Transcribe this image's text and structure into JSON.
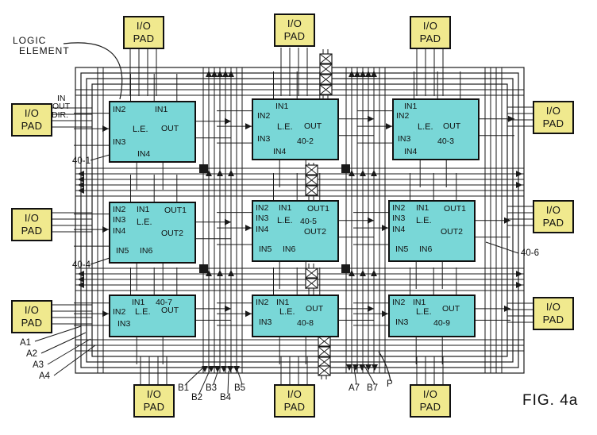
{
  "figure_caption": "FIG. 4a",
  "callouts": {
    "logic_element_line1": "LOGIC",
    "logic_element_line2": "ELEMENT",
    "pad_in": "IN",
    "pad_out": "OUT",
    "pad_dir": "DIR."
  },
  "io_pad": {
    "line1": "I/O",
    "line2": "PAD"
  },
  "signal_labels_left": [
    "A1",
    "A2",
    "A3",
    "A4"
  ],
  "signal_labels_bottom": [
    "B1",
    "B2",
    "B3",
    "B4",
    "B5",
    "A7",
    "B7",
    "P"
  ],
  "logic_elements": [
    {
      "id": "40-1",
      "name": "L.E.",
      "in1": "IN1",
      "in2": "IN2",
      "in3": "IN3",
      "in4": "IN4",
      "out": "OUT"
    },
    {
      "id": "40-2",
      "name": "L.E.",
      "in1": "IN1",
      "in2": "IN2",
      "in3": "IN3",
      "in4": "IN4",
      "out": "OUT"
    },
    {
      "id": "40-3",
      "name": "L.E.",
      "in1": "IN1",
      "in2": "IN2",
      "in3": "IN3",
      "in4": "IN4",
      "out": "OUT"
    },
    {
      "id": "40-4",
      "name": "L.E.",
      "in1": "IN1",
      "in2": "IN2",
      "in3": "IN3",
      "in4": "IN4",
      "in5": "IN5",
      "in6": "IN6",
      "out1": "OUT1",
      "out2": "OUT2"
    },
    {
      "id": "40-5",
      "name": "L.E.",
      "in1": "IN1",
      "in2": "IN2",
      "in3": "IN3",
      "in4": "IN4",
      "in5": "IN5",
      "in6": "IN6",
      "out1": "OUT1",
      "out2": "OUT2"
    },
    {
      "id": "40-6",
      "name": "L.E.",
      "in1": "IN1",
      "in2": "IN2",
      "in3": "IN3",
      "in4": "IN4",
      "in5": "IN5",
      "in6": "IN6",
      "out1": "OUT1",
      "out2": "OUT2"
    },
    {
      "id": "40-7",
      "name": "L.E.",
      "in1": "IN1",
      "in2": "IN2",
      "in3": "IN3",
      "out": "OUT"
    },
    {
      "id": "40-8",
      "name": "L.E.",
      "in1": "IN1",
      "in2": "IN2",
      "in3": "IN3",
      "out": "OUT"
    },
    {
      "id": "40-9",
      "name": "L.E.",
      "in1": "IN1",
      "in2": "IN2",
      "in3": "IN3",
      "out": "OUT"
    }
  ],
  "colors": {
    "io_pad_fill": "#f0e98e",
    "logic_element_fill": "#79d7d7",
    "line": "#1a1a1a"
  }
}
